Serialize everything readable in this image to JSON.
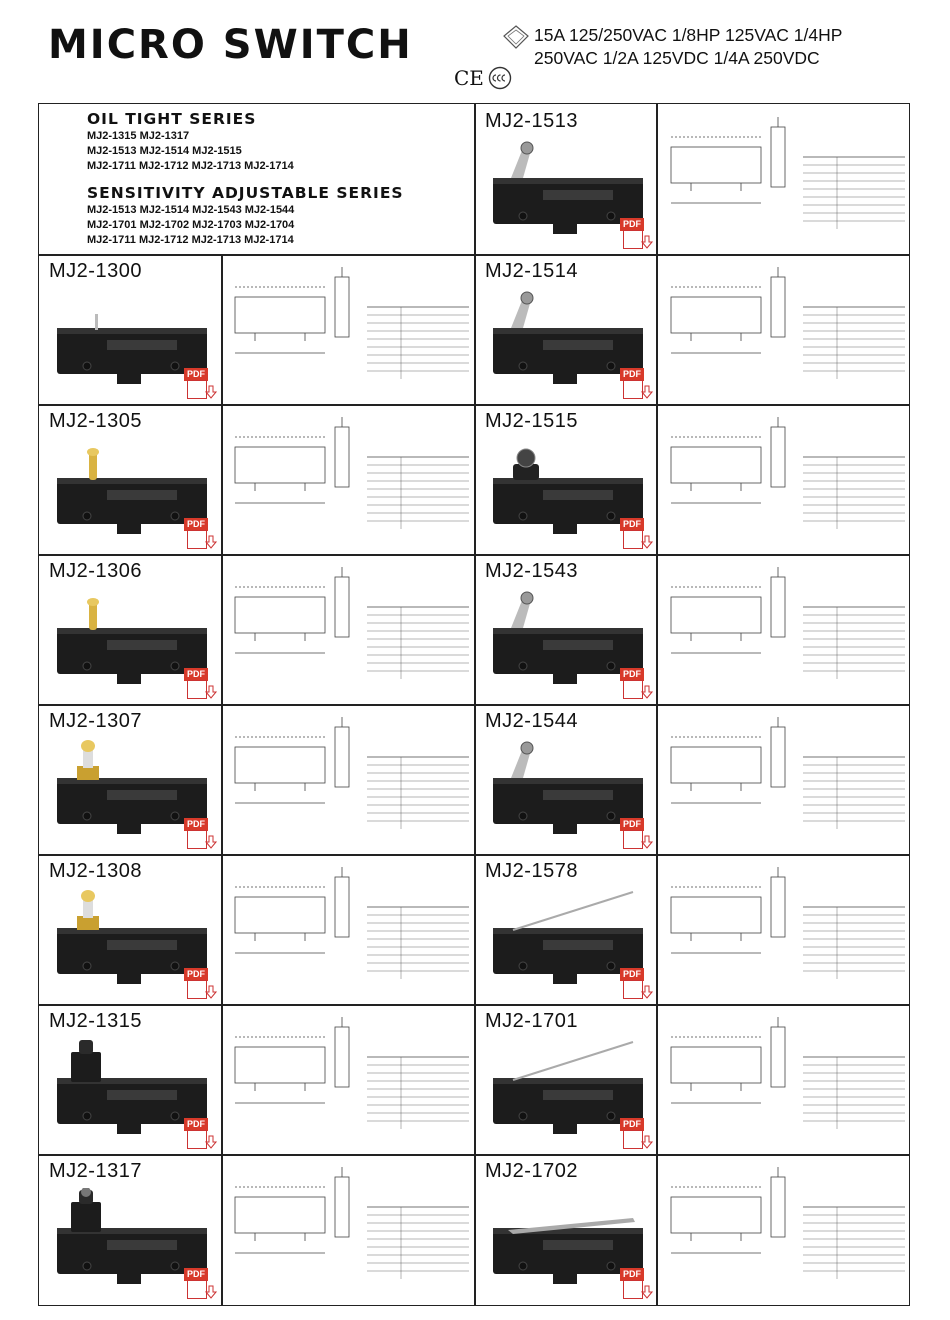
{
  "header": {
    "title": "MICRO SWITCH",
    "ratings_line1": "15A 125/250VAC 1/8HP 125VAC 1/4HP",
    "ratings_line2": "250VAC 1/2A 125VDC 1/4A 250VDC",
    "ce_mark": "CE"
  },
  "series": {
    "oil_tight_title": "OIL TIGHT SERIES",
    "oil_tight_models": [
      "MJ2-1315 MJ2-1317",
      "MJ2-1513 MJ2-1514 MJ2-1515",
      "MJ2-1711 MJ2-1712 MJ2-1713 MJ2-1714"
    ],
    "sensitivity_title": "SENSITIVITY ADJUSTABLE SERIES",
    "sensitivity_models": [
      "MJ2-1513 MJ2-1514 MJ2-1543 MJ2-1544",
      "MJ2-1701 MJ2-1702 MJ2-1703 MJ2-1704",
      "MJ2-1711 MJ2-1712 MJ2-1713 MJ2-1714"
    ]
  },
  "pdf_label": "PDF",
  "products": [
    {
      "model": "MJ2-1513",
      "col": 1,
      "row": 0,
      "actuator": "roller-lever"
    },
    {
      "model": "MJ2-1300",
      "col": 0,
      "row": 1,
      "actuator": "pin"
    },
    {
      "model": "MJ2-1514",
      "col": 1,
      "row": 1,
      "actuator": "roller-lever"
    },
    {
      "model": "MJ2-1305",
      "col": 0,
      "row": 2,
      "actuator": "roller-plunger"
    },
    {
      "model": "MJ2-1515",
      "col": 1,
      "row": 2,
      "actuator": "panel-plunger"
    },
    {
      "model": "MJ2-1306",
      "col": 0,
      "row": 3,
      "actuator": "roller-plunger"
    },
    {
      "model": "MJ2-1543",
      "col": 1,
      "row": 3,
      "actuator": "roller-lever"
    },
    {
      "model": "MJ2-1307",
      "col": 0,
      "row": 4,
      "actuator": "panel-roller"
    },
    {
      "model": "MJ2-1544",
      "col": 1,
      "row": 4,
      "actuator": "roller-lever"
    },
    {
      "model": "MJ2-1308",
      "col": 0,
      "row": 5,
      "actuator": "panel-roller"
    },
    {
      "model": "MJ2-1578",
      "col": 1,
      "row": 5,
      "actuator": "wire-lever"
    },
    {
      "model": "MJ2-1315",
      "col": 0,
      "row": 6,
      "actuator": "top-plunger"
    },
    {
      "model": "MJ2-1701",
      "col": 1,
      "row": 6,
      "actuator": "wire-lever"
    },
    {
      "model": "MJ2-1317",
      "col": 0,
      "row": 7,
      "actuator": "top-roller"
    },
    {
      "model": "MJ2-1702",
      "col": 1,
      "row": 7,
      "actuator": "lever"
    }
  ],
  "colors": {
    "switch_body": "#1a1a1a",
    "pdf_red": "#d83a2a",
    "line": "#222222"
  }
}
